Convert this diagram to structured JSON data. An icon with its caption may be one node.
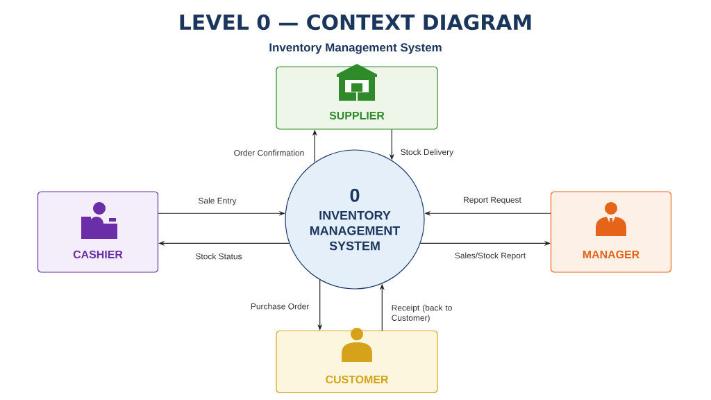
{
  "diagram": {
    "title": "LEVEL 0 — CONTEXT DIAGRAM",
    "nodes": [
      {
        "text": [
          "SUPPLIER"
        ]
      },
      {
        "text": [
          "CASHIER"
        ]
      },
      {
        "text": [
          "0",
          "INVENTORY MANAGEMENT SYSTEM"
        ]
      },
      {
        "text": [
          "MANAGER"
        ]
      },
      {
        "text": [
          "CUSTOMER"
        ]
      }
    ],
    "edges": [
      {
        "from": 2,
        "to": 0,
        "arrow": "to",
        "label": "Order Confirmation"
      },
      {
        "from": 0,
        "to": 2,
        "arrow": "to",
        "label": "Stock Delivery"
      },
      {
        "from": 1,
        "to": 2,
        "arrow": "to",
        "label": "Sale Entry"
      },
      {
        "from": 2,
        "to": 1,
        "arrow": "to",
        "label": "Stock Status"
      },
      {
        "from": 3,
        "to": 2,
        "arrow": "to",
        "label": "Report Request"
      },
      {
        "from": 2,
        "to": 3,
        "arrow": "to",
        "label": "Sales/Stock Report"
      },
      {
        "from": 2,
        "to": 4,
        "arrow": "to",
        "label": "Purchase Order"
      },
      {
        "from": 4,
        "to": 2,
        "arrow": "to",
        "label": "Receipt (back to Customer)"
      }
    ],
    "labels": [
      "Inventory Management System"
    ]
  }
}
